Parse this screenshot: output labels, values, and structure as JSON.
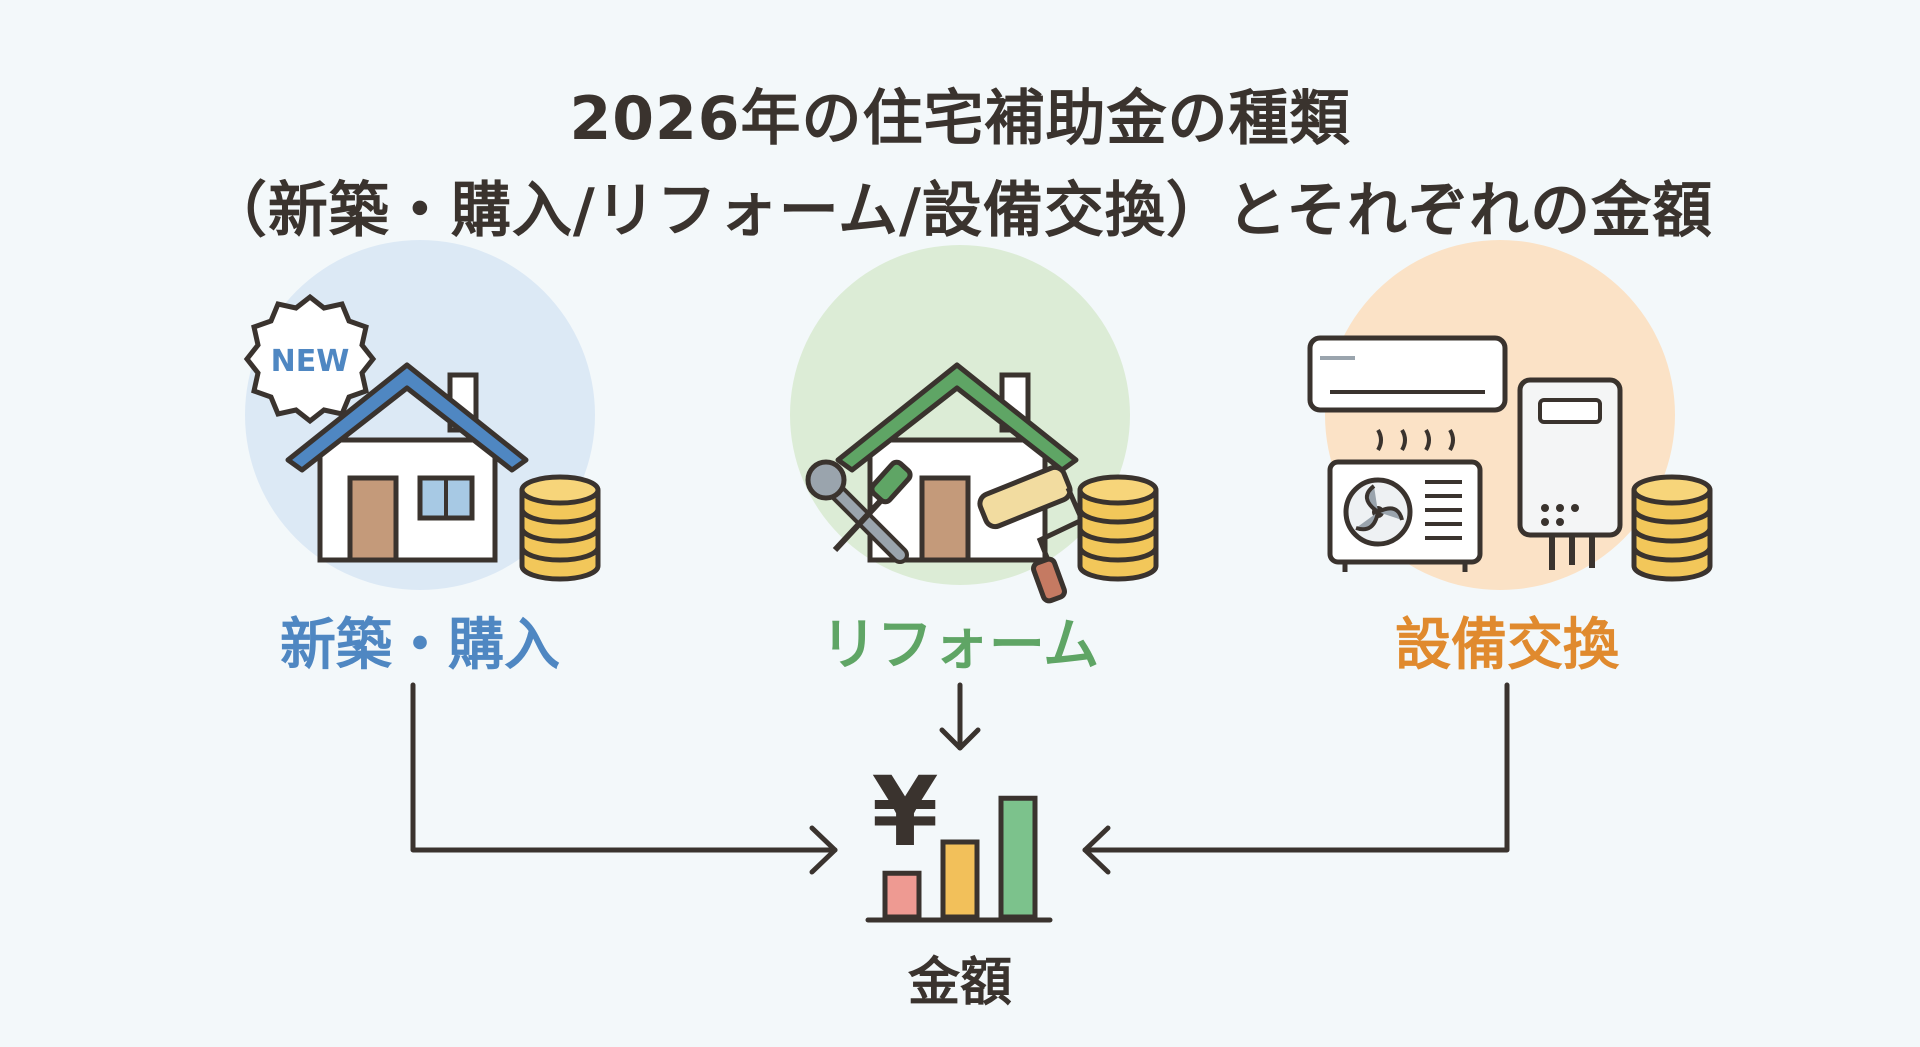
{
  "title": {
    "line1": "2026年の住宅補助金の種類",
    "line2": "（新築・購入/リフォーム/設備交換）とそれぞれの金額"
  },
  "categories": [
    {
      "label": "新築・購入",
      "badge": "NEW",
      "icon": "new-house-icon",
      "color": "#4f87c2",
      "bg": "#dce9f5"
    },
    {
      "label": "リフォーム",
      "icon": "renovation-house-icon",
      "color": "#5fa565",
      "bg": "#dcecd6"
    },
    {
      "label": "設備交換",
      "icon": "equipment-icon",
      "color": "#e08a2e",
      "bg": "#fbe2c6"
    }
  ],
  "total": {
    "label": "金額",
    "currency_symbol": "¥",
    "bar_levels": [
      0.35,
      0.6,
      0.95
    ],
    "bar_colors": [
      "#ee9a92",
      "#f2c05a",
      "#7cc28c"
    ]
  },
  "colors": {
    "line": "#3a332e",
    "coin": "#f2c75a",
    "coin_stroke": "#3a332e"
  }
}
